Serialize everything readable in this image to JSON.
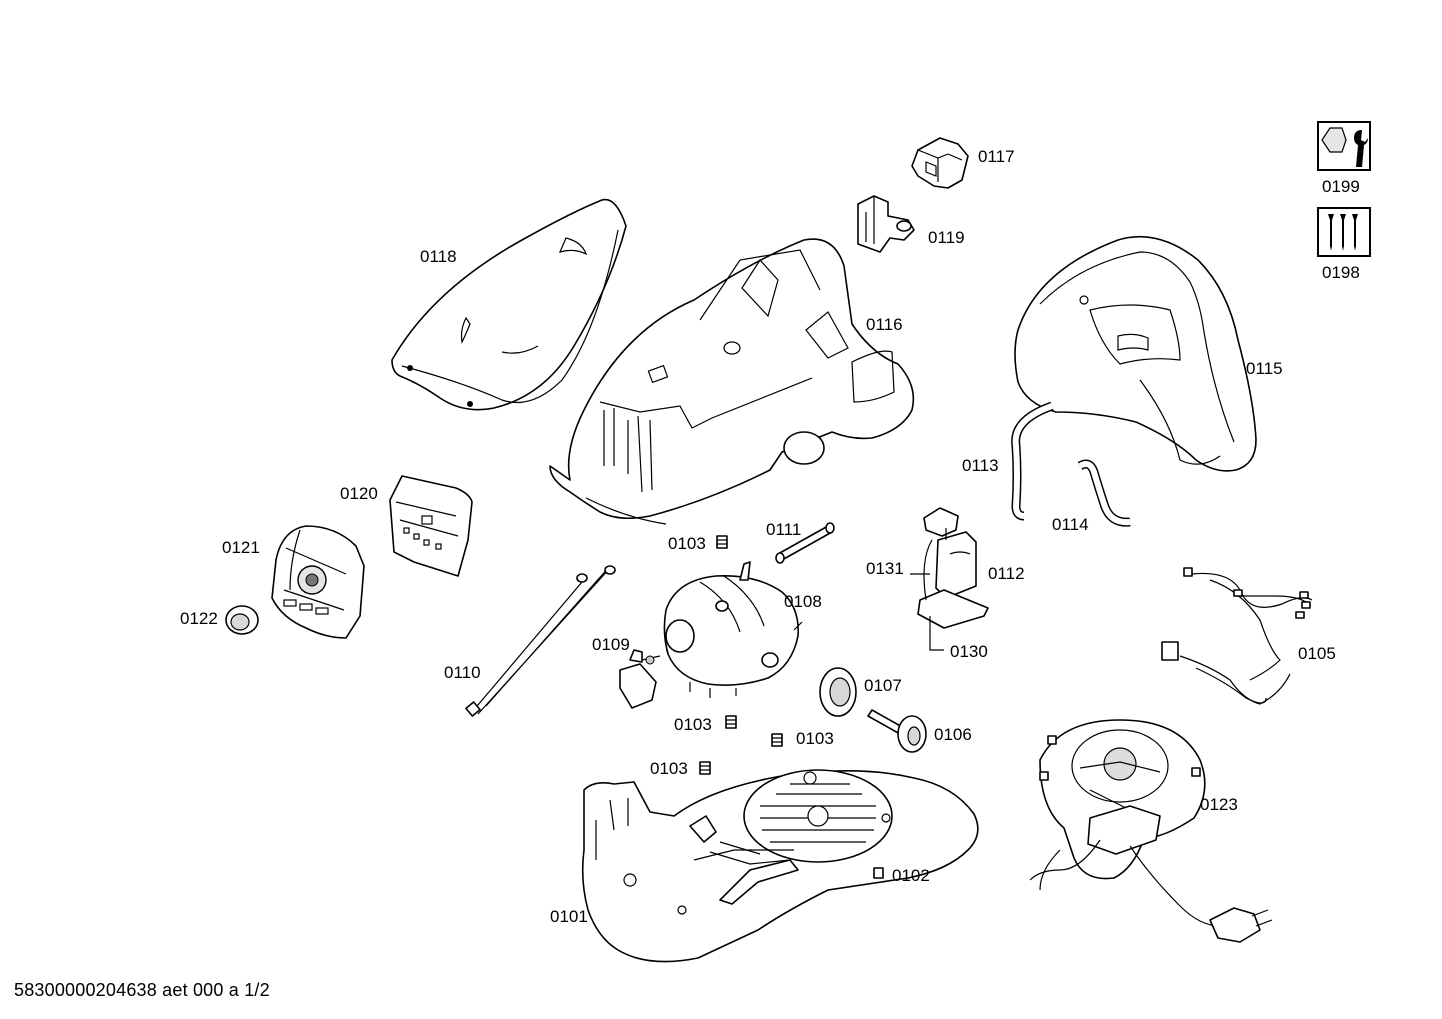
{
  "footer": "58300000204638 aet 000 a 1/2",
  "tool_icons": [
    {
      "label": "0199",
      "icon": "wrench-nut-icon"
    },
    {
      "label": "0198",
      "icon": "screws-icon"
    }
  ],
  "parts": {
    "p0101": "0101",
    "p0102": "0102",
    "p0103a": "0103",
    "p0103b": "0103",
    "p0103c": "0103",
    "p0103d": "0103",
    "p0105": "0105",
    "p0106": "0106",
    "p0107": "0107",
    "p0108": "0108",
    "p0109": "0109",
    "p0110": "0110",
    "p0111": "0111",
    "p0112": "0112",
    "p0113": "0113",
    "p0114": "0114",
    "p0115": "0115",
    "p0116": "0116",
    "p0117": "0117",
    "p0118": "0118",
    "p0119": "0119",
    "p0120": "0120",
    "p0121": "0121",
    "p0122": "0122",
    "p0123": "0123",
    "p0130": "0130",
    "p0131": "0131"
  }
}
